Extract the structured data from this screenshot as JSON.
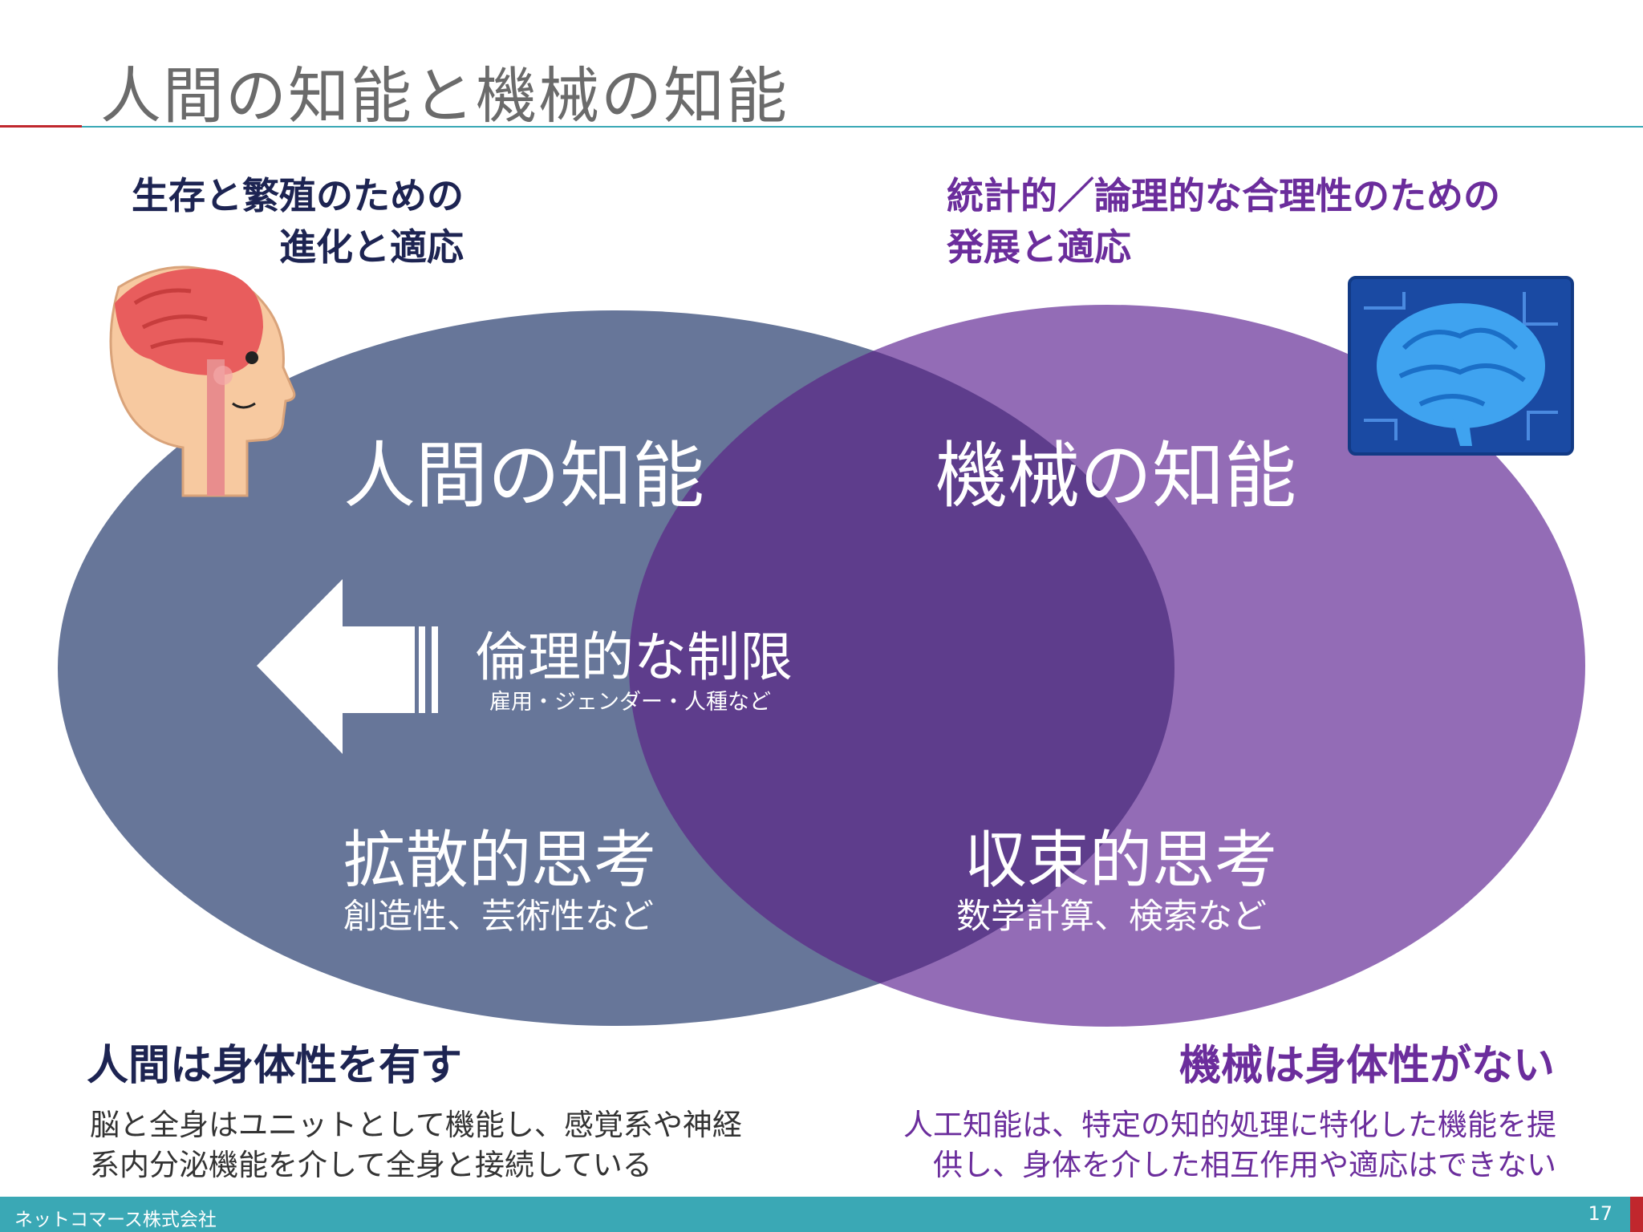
{
  "slide": {
    "title": "人間の知能と機械の知能",
    "company": "ネットコマース株式会社",
    "page_number": "17"
  },
  "headings": {
    "human_line1": "生存と繁殖のための",
    "human_line2": "進化と適応",
    "machine_line1": "統計的／論理的な合理性のための",
    "machine_line2": "発展と適応"
  },
  "venn": {
    "human_label": "人間の知能",
    "machine_label": "機械の知能",
    "ethics_label": "倫理的な制限",
    "ethics_sub": "雇用・ジェンダー・人種など",
    "divergent_label": "拡散的思考",
    "divergent_sub": "創造性、芸術性など",
    "convergent_label": "収束的思考",
    "convergent_sub": "数学計算、検索など"
  },
  "bottom": {
    "human_heading": "人間は身体性を有す",
    "human_desc_line1": "脳と全身はユニットとして機能し、感覚系や神経",
    "human_desc_line2": "系内分泌機能を介して全身と接続している",
    "machine_heading": "機械は身体性がない",
    "machine_desc_line1": "人工知能は、特定の知的処理に特化した機能を提",
    "machine_desc_line2": "供し、身体を介した相互作用や適応はできない"
  },
  "colors": {
    "human_circle": "#5a6a90",
    "machine_circle": "#8a5fb0",
    "overlap": "#5e3d8c",
    "human_text": "#1d2452",
    "machine_text": "#6b2d9c",
    "footer": "#3aa8b5",
    "accent_red": "#c0272d"
  },
  "icons": {
    "human": "human-brain-head-icon",
    "machine": "ai-circuit-brain-icon",
    "arrow": "left-arrow-icon"
  }
}
